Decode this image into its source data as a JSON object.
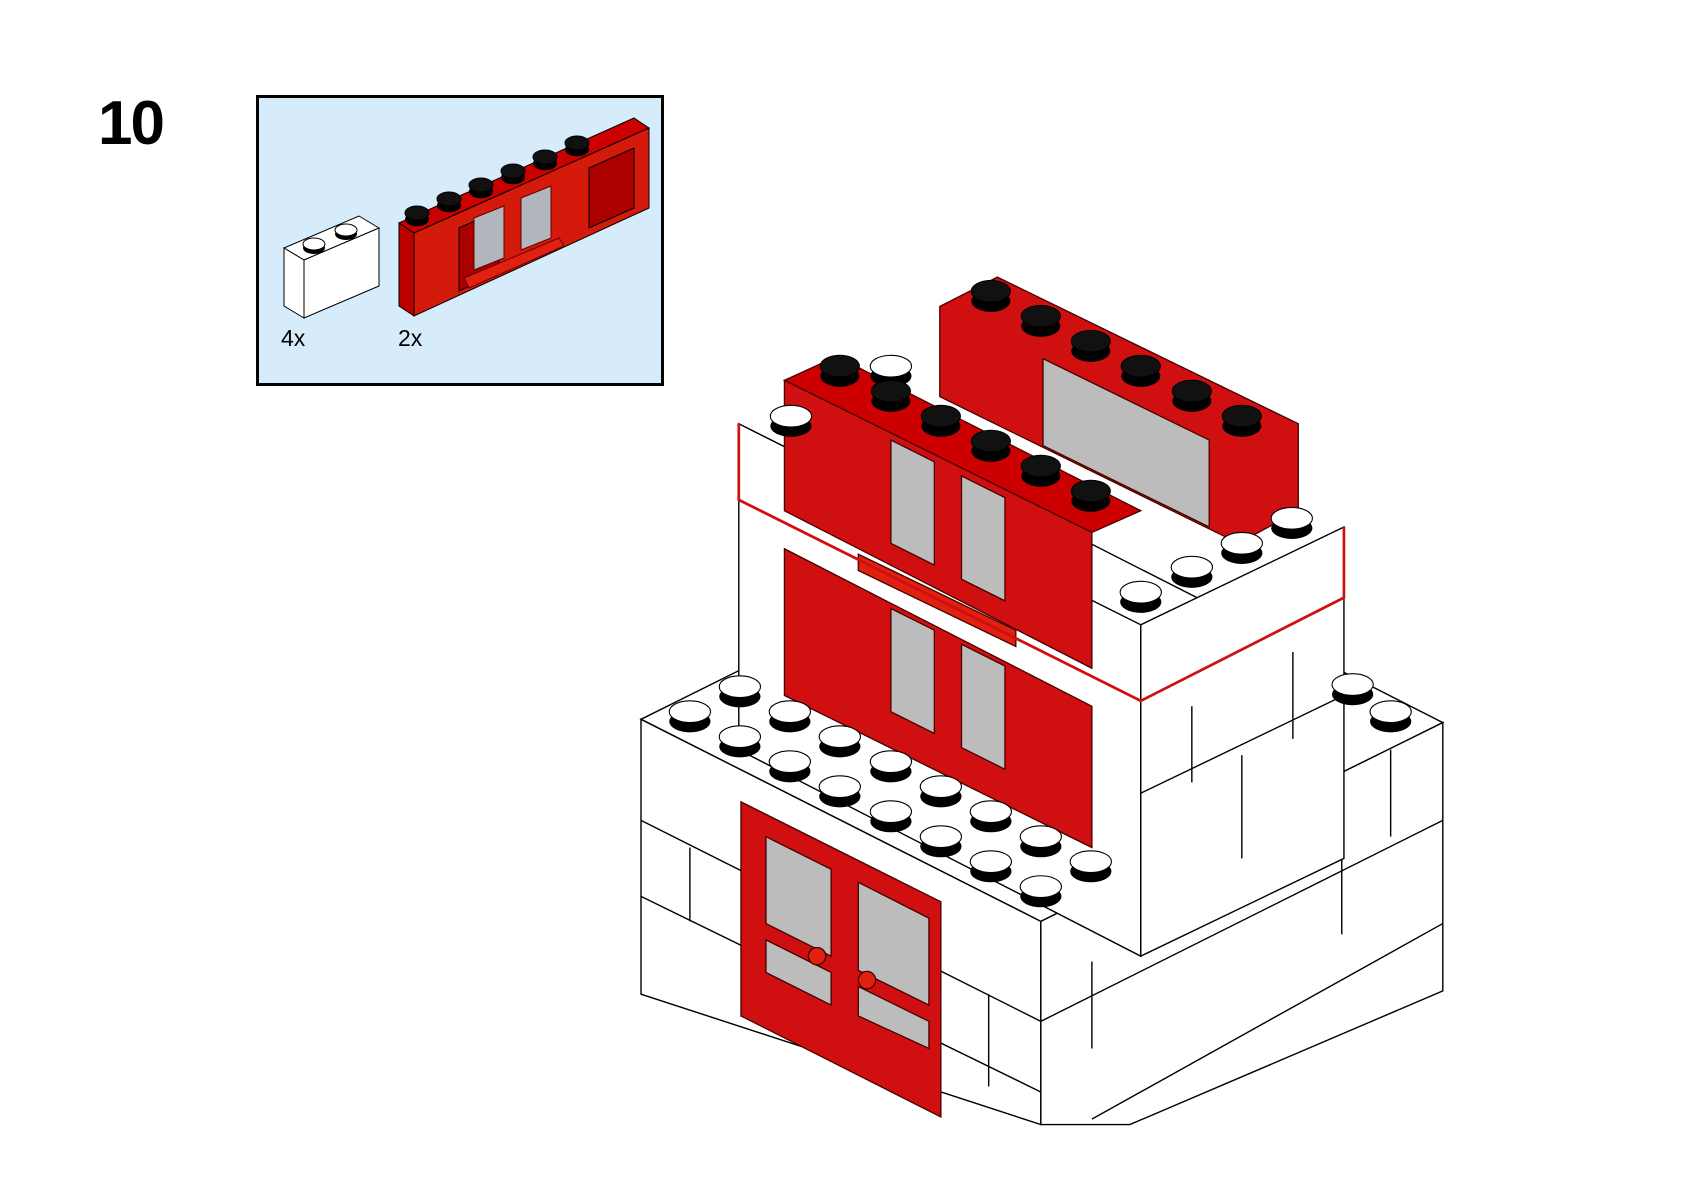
{
  "step": {
    "number": "10"
  },
  "parts_list": {
    "items": [
      {
        "name": "white-brick-1x2",
        "quantity": "4x"
      },
      {
        "name": "red-window-with-shutters-1x6",
        "quantity": "2x"
      }
    ]
  },
  "colors": {
    "red": "#d01010",
    "white": "#ffffff",
    "glass": "#b8bcc0",
    "callout_bg": "#d6ecfb"
  }
}
